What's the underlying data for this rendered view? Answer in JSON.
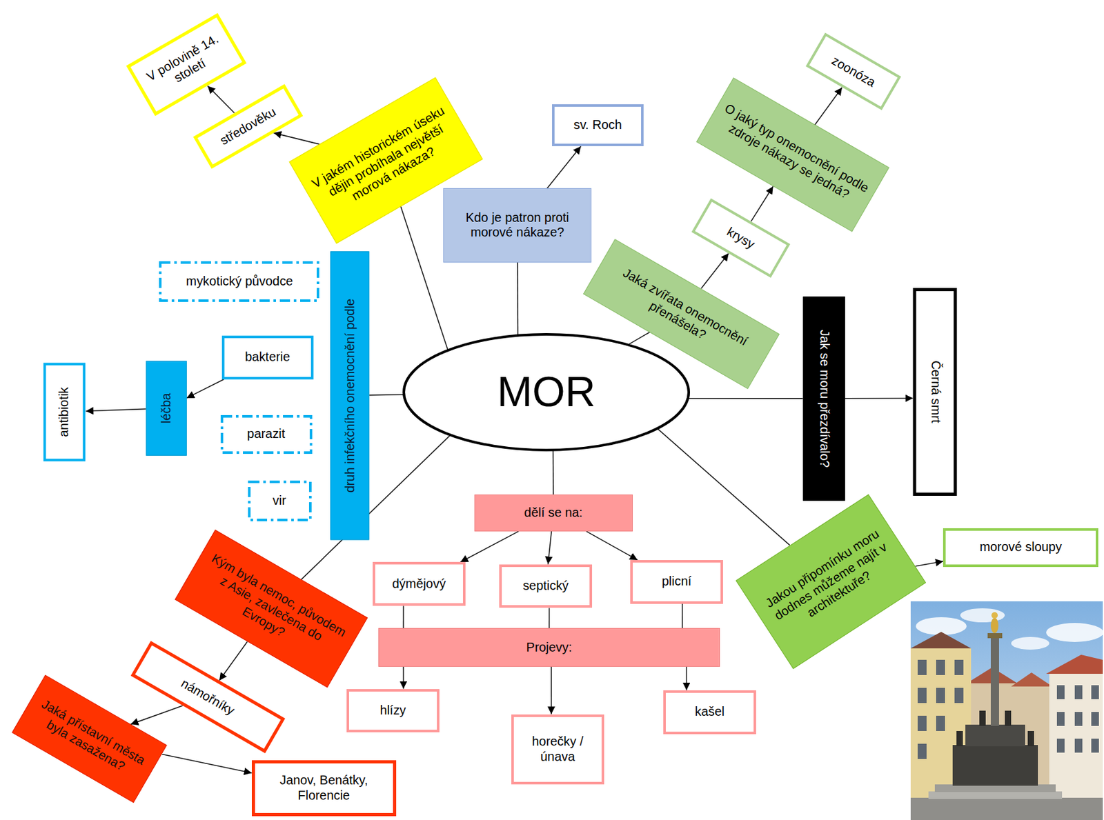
{
  "diagram": {
    "nodes": [
      {
        "text": [
          "MOR"
        ]
      },
      {
        "text": [
          "V jakém historickém úseku dějin probíhala největší morová nákaza?"
        ]
      },
      {
        "text": [
          "středověku"
        ]
      },
      {
        "text": [
          "V polovině 14. století"
        ]
      },
      {
        "text": [
          "Kdo je patron proti morové nákaze?"
        ]
      },
      {
        "text": [
          "sv. Roch"
        ]
      },
      {
        "text": [
          "Jaká zvířata onemocnění přenášela?"
        ]
      },
      {
        "text": [
          "krysy"
        ]
      },
      {
        "text": [
          "O jaký typ onemocnění podle zdroje nákazy se jedná?"
        ]
      },
      {
        "text": [
          "zoonóza"
        ]
      },
      {
        "text": [
          "Jak se moru přezdívalo?"
        ]
      },
      {
        "text": [
          "Černá smrt"
        ]
      },
      {
        "text": [
          "Jakou připomínku moru dodnes můžeme najít v architektuře?"
        ]
      },
      {
        "text": [
          "morové sloupy"
        ]
      },
      {
        "text": [
          "dělí se na:"
        ]
      },
      {
        "text": [
          "dýmějový"
        ]
      },
      {
        "text": [
          "septický"
        ]
      },
      {
        "text": [
          "plicní"
        ]
      },
      {
        "text": [
          "Projevy:"
        ]
      },
      {
        "text": [
          "hlízy"
        ]
      },
      {
        "text": [
          "horečky / únava"
        ]
      },
      {
        "text": [
          "kašel"
        ]
      },
      {
        "text": [
          "Kým byla nemoc, původem z Asie, zavlečena do Evropy?"
        ]
      },
      {
        "text": [
          "námořníky"
        ]
      },
      {
        "text": [
          "Jaká přístavní města byla zasažena?"
        ]
      },
      {
        "text": [
          "Janov, Benátky, Florencie"
        ]
      },
      {
        "text": [
          "druh infekčního onemocnění podle"
        ]
      },
      {
        "text": [
          "mykotický původce"
        ]
      },
      {
        "text": [
          "bakterie"
        ]
      },
      {
        "text": [
          "léčba"
        ]
      },
      {
        "text": [
          "antibiotik"
        ]
      },
      {
        "text": [
          "parazit"
        ]
      },
      {
        "text": [
          "vir"
        ]
      }
    ],
    "edges": [
      {
        "from": 0,
        "to": 1,
        "arrow": "none"
      },
      {
        "from": 1,
        "to": 2,
        "arrow": "to"
      },
      {
        "from": 2,
        "to": 3,
        "arrow": "to"
      },
      {
        "from": 0,
        "to": 4,
        "arrow": "none"
      },
      {
        "from": 4,
        "to": 5,
        "arrow": "to"
      },
      {
        "from": 0,
        "to": 6,
        "arrow": "none"
      },
      {
        "from": 6,
        "to": 7,
        "arrow": "to"
      },
      {
        "from": 7,
        "to": 8,
        "arrow": "to"
      },
      {
        "from": 8,
        "to": 9,
        "arrow": "to"
      },
      {
        "from": 0,
        "to": 10,
        "arrow": "none"
      },
      {
        "from": 10,
        "to": 11,
        "arrow": "to"
      },
      {
        "from": 0,
        "to": 12,
        "arrow": "none"
      },
      {
        "from": 12,
        "to": 13,
        "arrow": "to"
      },
      {
        "from": 0,
        "to": 14,
        "arrow": "none"
      },
      {
        "from": 14,
        "to": 15,
        "arrow": "to"
      },
      {
        "from": 14,
        "to": 16,
        "arrow": "to"
      },
      {
        "from": 14,
        "to": 17,
        "arrow": "to"
      },
      {
        "from": 15,
        "to": 18,
        "arrow": "none"
      },
      {
        "from": 16,
        "to": 18,
        "arrow": "none"
      },
      {
        "from": 17,
        "to": 18,
        "arrow": "none"
      },
      {
        "from": 18,
        "to": 19,
        "arrow": "to"
      },
      {
        "from": 18,
        "to": 20,
        "arrow": "to"
      },
      {
        "from": 18,
        "to": 21,
        "arrow": "to"
      },
      {
        "from": 0,
        "to": 22,
        "arrow": "none"
      },
      {
        "from": 22,
        "to": 23,
        "arrow": "to"
      },
      {
        "from": 23,
        "to": 24,
        "arrow": "to"
      },
      {
        "from": 24,
        "to": 25,
        "arrow": "to"
      },
      {
        "from": 0,
        "to": 26,
        "arrow": "none"
      },
      {
        "from": 28,
        "to": 29,
        "arrow": "to"
      },
      {
        "from": 29,
        "to": 30,
        "arrow": "to"
      }
    ]
  }
}
